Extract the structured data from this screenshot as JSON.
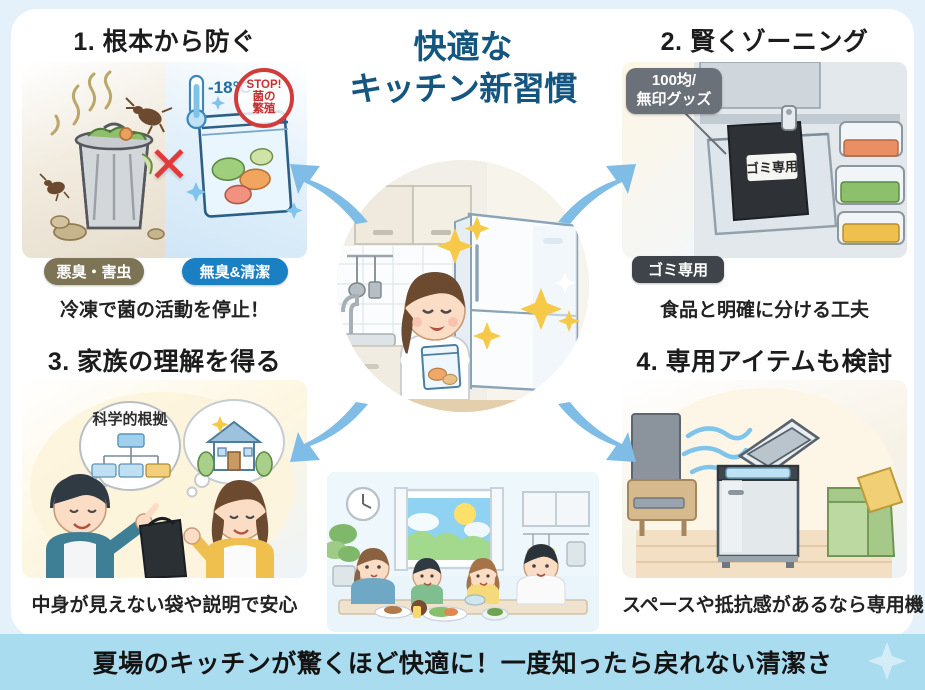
{
  "title": {
    "line1": "快適な",
    "line2": "キッチン新習慣"
  },
  "panels": [
    {
      "id": 1,
      "heading": "1. 根本から防ぐ",
      "caption": "冷凍で菌の活動を停止！",
      "badge_left": "悪臭・害虫",
      "badge_right": "無臭&清潔",
      "temperature": "-18°C",
      "stop_line1": "STOP!",
      "stop_line2": "菌の",
      "stop_line3": "繁殖",
      "cross": "✕",
      "art_left": "garbage-can-with-flies-and-odor",
      "art_right": "freezer-bag-with-food-scraps"
    },
    {
      "id": 2,
      "heading": "2. 賢くゾーニング",
      "caption": "食品と明確に分ける工夫",
      "callout": "100均/\n無印グッズ",
      "callout_line1": "100均/",
      "callout_line2": "無印グッズ",
      "bag_label": "ゴミ専用",
      "badge_bottom": "ゴミ専用",
      "art": "fridge-drawer-with-dedicated-trash-bag-and-food-containers"
    },
    {
      "id": 3,
      "heading": "3. 家族の理解を得る",
      "caption": "中身が見えない袋や説明で安心",
      "bubble_text": "科学的根拠",
      "art": "couple-discussing-with-opaque-bag-and-house-thought-bubble"
    },
    {
      "id": 4,
      "heading": "4. 専用アイテムも検討",
      "caption": "スペースや抵抗感があるなら専用機",
      "art": "dedicated-freezing-trash-appliance-in-living-room"
    }
  ],
  "center": {
    "art": "woman-with-frozen-bag-at-open-refrigerator"
  },
  "bottom_photo": {
    "art": "family-of-four-dining-by-sunny-window"
  },
  "footer": {
    "text": "夏場のキッチンが驚くほど快適に！一度知ったら戻れない清潔さ"
  },
  "colors": {
    "background": "#e4f1fa",
    "board": "#ffffff",
    "title": "#14567f",
    "footer_bg": "#aadcf0",
    "arrow": "#7fbde6",
    "badge_olive": "#7d7456",
    "badge_blue": "#1b7fc4",
    "badge_dark": "#3e444a",
    "stop_red": "#d23b3b",
    "cross_red": "#e23a3a"
  },
  "arrows": [
    {
      "name": "arrow-to-panel-1",
      "direction": "up-left"
    },
    {
      "name": "arrow-to-panel-2",
      "direction": "up-right"
    },
    {
      "name": "arrow-to-panel-3",
      "direction": "down-left"
    },
    {
      "name": "arrow-to-panel-4",
      "direction": "down-right"
    }
  ]
}
